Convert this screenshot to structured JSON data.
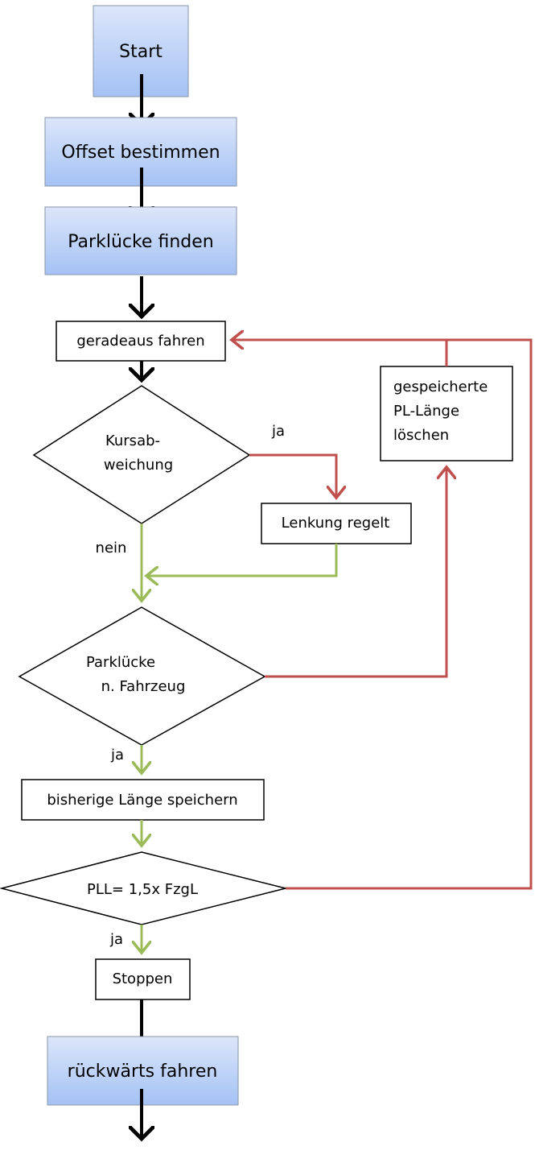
{
  "nodes": {
    "start": "Start",
    "offset": "Offset bestimmen",
    "find_gap": "Parklücke finden",
    "drive_straight": "geradeaus fahren",
    "course_dev_1": "Kursab-",
    "course_dev_2": "weichung",
    "steering": "Lenkung regelt",
    "gap_1": "Parklücke",
    "gap_2": "n. Fahrzeug",
    "delete_1": "gespeicherte",
    "delete_2": "PL-Länge",
    "delete_3": "löschen",
    "save_length": "bisherige Länge speichern",
    "pll_check": "PLL= 1,5x FzgL",
    "stop": "Stoppen",
    "reverse": "rückwärts fahren"
  },
  "labels": {
    "yes_course": "ja",
    "no_course": "nein",
    "yes_gap": "ja",
    "yes_pll": "ja"
  },
  "colors": {
    "yes_red": "#c0504d",
    "flow_green": "#9bbb59",
    "box_top": "#dce6fa",
    "box_bottom": "#a4c2f4"
  }
}
